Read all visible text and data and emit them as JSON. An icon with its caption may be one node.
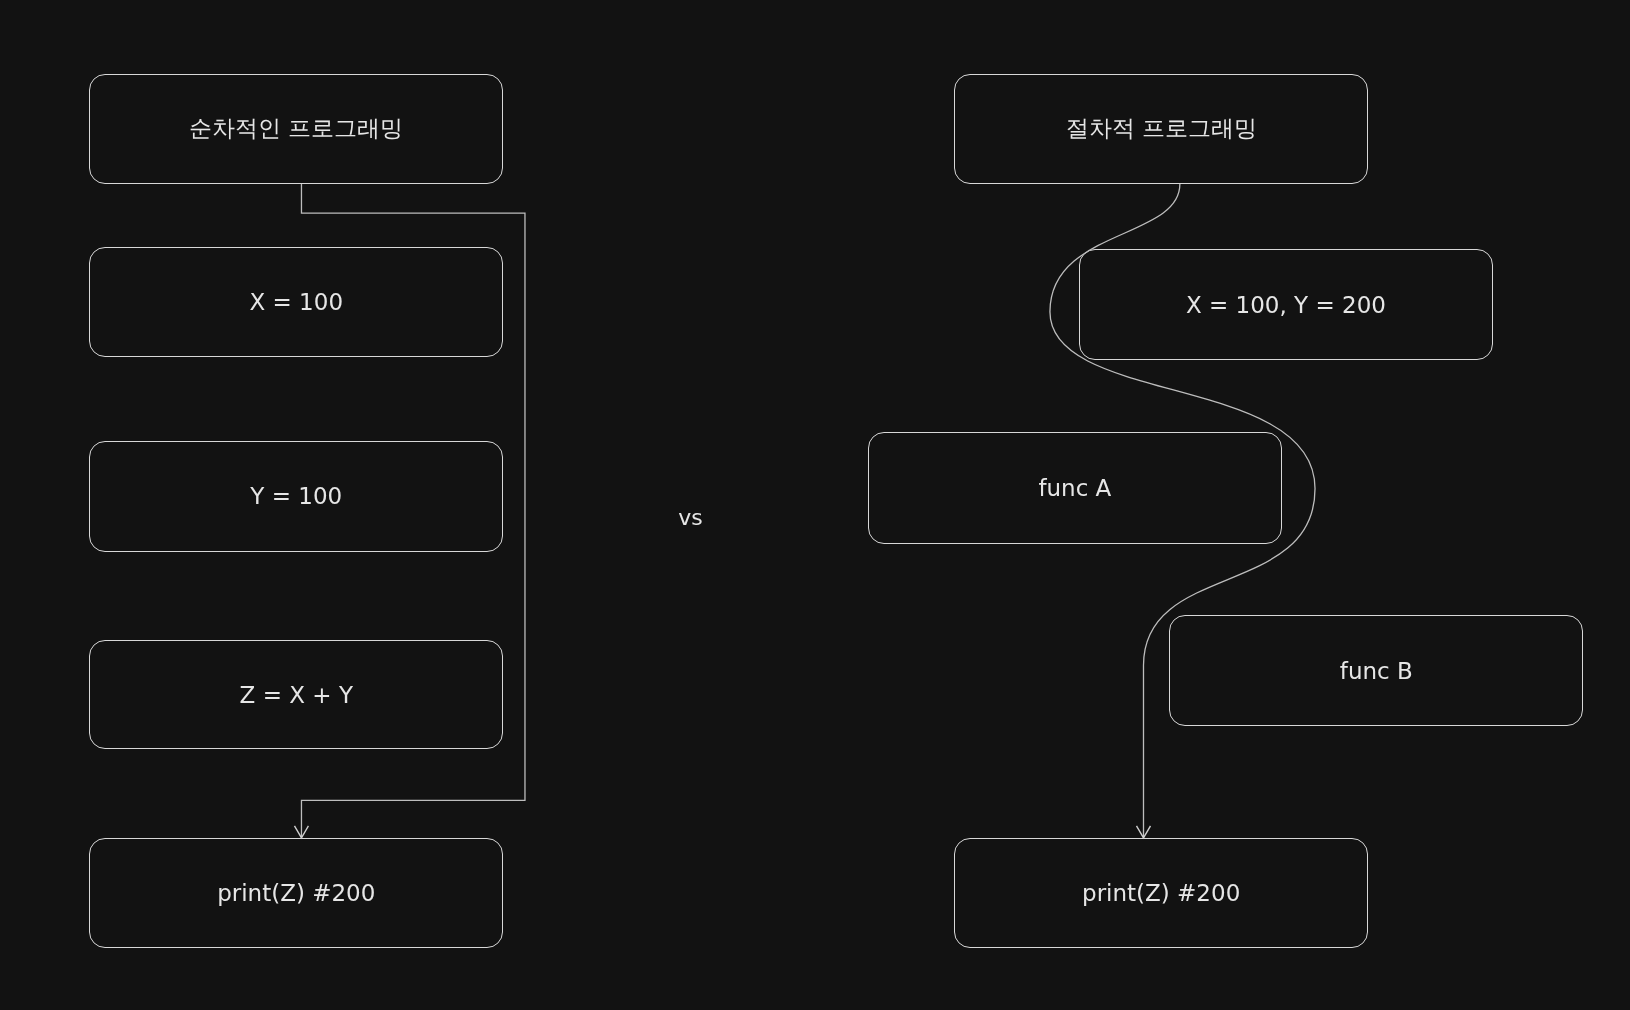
{
  "diagram": {
    "nodes": [
      {
        "text": [
          "순차적인 프로그래밍"
        ]
      },
      {
        "text": [
          "X = 100"
        ]
      },
      {
        "text": [
          "Y = 100"
        ]
      },
      {
        "text": [
          "Z = X + Y"
        ]
      },
      {
        "text": [
          "print(Z) #200"
        ]
      },
      {
        "text": [
          "절차적 프로그래밍"
        ]
      },
      {
        "text": [
          "X = 100, Y = 200"
        ]
      },
      {
        "text": [
          "func A"
        ]
      },
      {
        "text": [
          "func B"
        ]
      },
      {
        "text": [
          "print(Z) #200"
        ]
      }
    ],
    "edges": [
      {
        "from": 0,
        "to": 4,
        "arrow": "to"
      },
      {
        "from": 5,
        "to": 9,
        "arrow": "to"
      }
    ],
    "labels": [
      "vs"
    ]
  }
}
